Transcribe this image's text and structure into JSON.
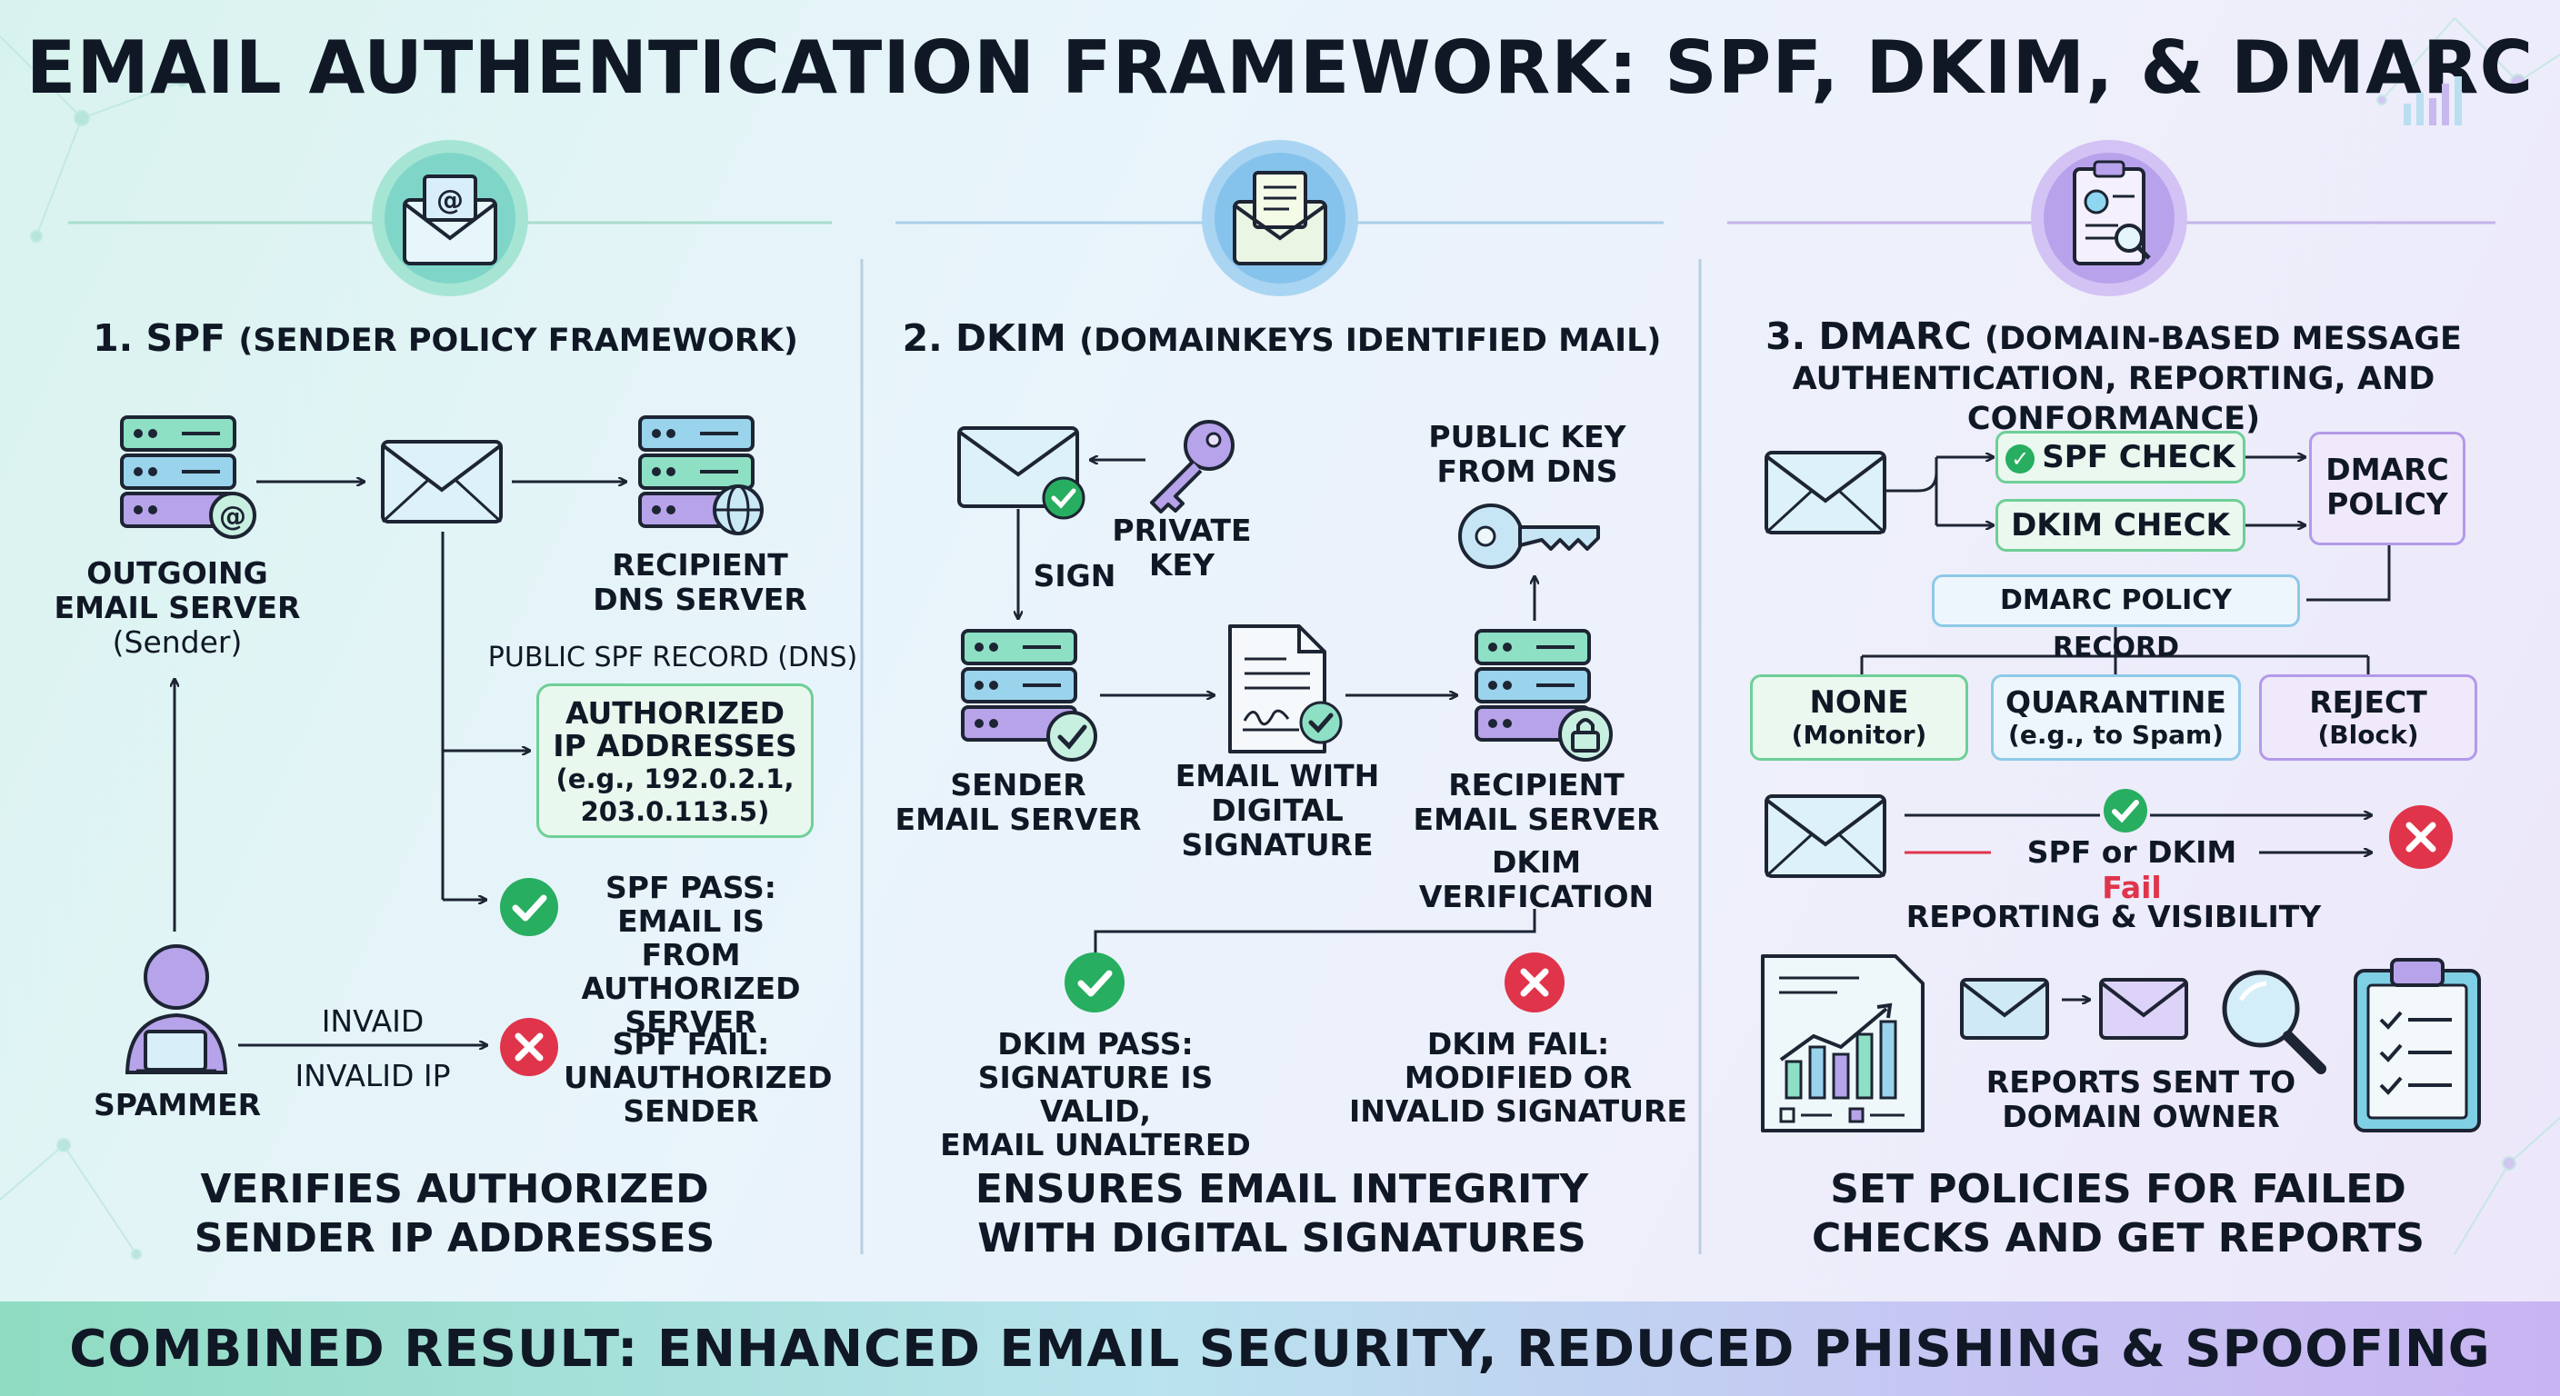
{
  "title": "EMAIL AUTHENTICATION FRAMEWORK: SPF, DKIM, & DMARC",
  "colors": {
    "green": "#27ae60",
    "red": "#e0344b",
    "teal": "#6fcf97",
    "blue": "#8ec9e8",
    "purple": "#b39ae8",
    "text": "#101826"
  },
  "spf": {
    "heading_num": "1. SPF",
    "heading_sub": "(SENDER POLICY FRAMEWORK)",
    "outgoing_server": [
      "OUTGOING",
      "EMAIL SERVER",
      "(Sender)"
    ],
    "recipient_dns": [
      "RECIPIENT",
      "DNS SERVER"
    ],
    "record_label": "PUBLIC SPF RECORD (DNS)",
    "record_box": [
      "AUTHORIZED",
      "IP ADDRESSES",
      "(e.g., 192.0.2.1,",
      "203.0.113.5)"
    ],
    "pass": [
      "SPF PASS:",
      "EMAIL IS FROM",
      "AUTHORIZED",
      "SERVER"
    ],
    "spammer": "SPAMMER",
    "invalid_top": "INVAID",
    "invalid_bottom": "INVALID IP",
    "fail": [
      "SPF FAIL:",
      "UNAUTHORIZED",
      "SENDER"
    ],
    "summary": [
      "VERIFIES AUTHORIZED",
      "SENDER IP ADDRESSES"
    ]
  },
  "dkim": {
    "heading_num": "2. DKIM",
    "heading_sub": "(DOMAINKEYS IDENTIFIED MAIL)",
    "private_key": [
      "PRIVATE",
      "KEY"
    ],
    "public_key": [
      "PUBLIC KEY",
      "FROM DNS"
    ],
    "sign": "SIGN",
    "sender_server": [
      "SENDER",
      "EMAIL SERVER"
    ],
    "email_sig": [
      "EMAIL WITH",
      "DIGITAL",
      "SIGNATURE"
    ],
    "recipient_server": [
      "RECIPIENT",
      "EMAIL SERVER"
    ],
    "verification": [
      "DKIM",
      "VERIFICATION"
    ],
    "pass": [
      "DKIM PASS:",
      "SIGNATURE IS VALID,",
      "EMAIL UNALTERED"
    ],
    "fail": [
      "DKIM FAIL:",
      "MODIFIED OR",
      "INVALID SIGNATURE"
    ],
    "summary": [
      "ENSURES EMAIL INTEGRITY",
      "WITH DIGITAL SIGNATURES"
    ]
  },
  "dmarc": {
    "heading_num": "3. DMARC",
    "heading_sub1": "(DOMAIN-BASED MESSAGE",
    "heading_sub2": "AUTHENTICATION, REPORTING, AND CONFORMANCE)",
    "spf_check": "SPF CHECK",
    "dkim_check": "DKIM CHECK",
    "policy": [
      "DMARC",
      "POLICY"
    ],
    "policy_record": "DMARC POLICY RECORD",
    "none": [
      "NONE",
      "(Monitor)"
    ],
    "quarantine": [
      "QUARANTINE",
      "(e.g., to Spam)"
    ],
    "reject": [
      "REJECT",
      "(Block)"
    ],
    "fail_text_a": "SPF or DKIM ",
    "fail_text_b": "Fail",
    "reporting": "REPORTING & VISIBILITY",
    "reports": [
      "REPORTS SENT TO",
      "DOMAIN OWNER"
    ],
    "summary": [
      "SET POLICIES FOR FAILED",
      "CHECKS AND GET REPORTS"
    ]
  },
  "footer": "COMBINED RESULT: ENHANCED EMAIL SECURITY, REDUCED PHISHING & SPOOFING",
  "icons": [
    "envelope-icon",
    "server-icon",
    "globe-icon",
    "at-sign-icon",
    "key-icon",
    "document-icon",
    "lock-icon",
    "check-icon",
    "x-icon",
    "person-icon",
    "clipboard-icon",
    "chart-icon",
    "magnifier-icon"
  ]
}
